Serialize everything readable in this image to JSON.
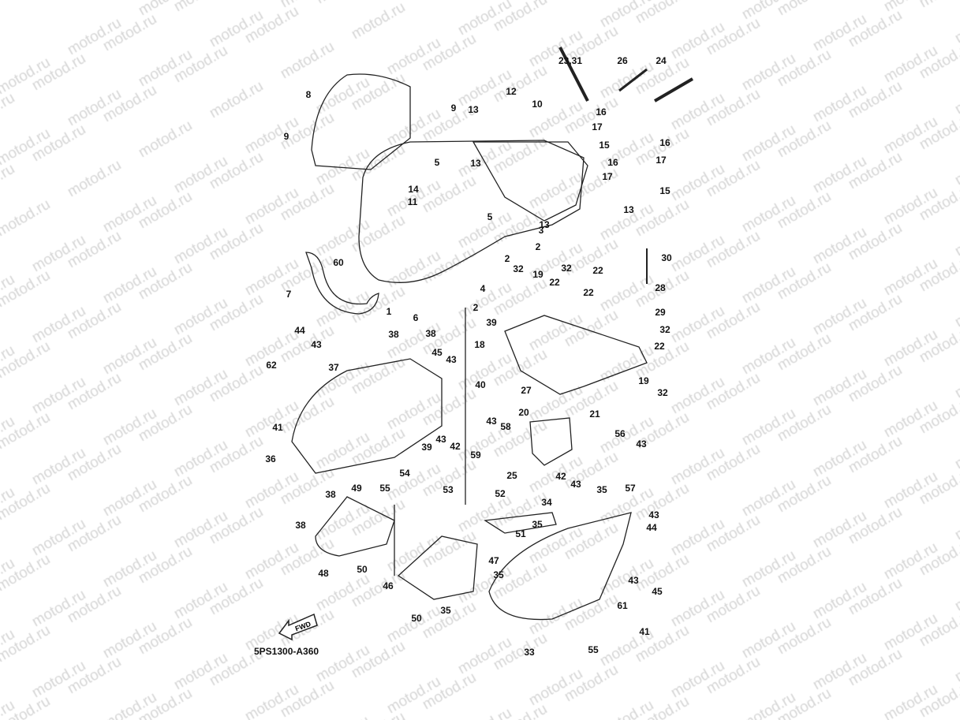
{
  "watermark": "motod.ru",
  "diagram_code": "5PS1300-A360",
  "fwd_label": "FWD",
  "callouts": [
    "23,31",
    "26",
    "24",
    "12",
    "10",
    "16",
    "17",
    "15",
    "16",
    "16",
    "17",
    "17",
    "15",
    "13",
    "13",
    "13",
    "13",
    "8",
    "9",
    "9",
    "5",
    "5",
    "14",
    "11",
    "3",
    "2",
    "2",
    "2",
    "4",
    "60",
    "7",
    "1",
    "6",
    "32",
    "19",
    "22",
    "32",
    "22",
    "30",
    "28",
    "22",
    "29",
    "39",
    "18",
    "32",
    "22",
    "44",
    "43",
    "38",
    "38",
    "45",
    "43",
    "62",
    "37",
    "40",
    "27",
    "19",
    "32",
    "21",
    "20",
    "41",
    "43",
    "58",
    "39",
    "43",
    "42",
    "59",
    "56",
    "43",
    "36",
    "54",
    "55",
    "53",
    "25",
    "38",
    "49",
    "42",
    "43",
    "57",
    "35",
    "52",
    "34",
    "35",
    "51",
    "38",
    "43",
    "44",
    "48",
    "50",
    "47",
    "35",
    "46",
    "35",
    "50",
    "43",
    "45",
    "61",
    "41",
    "55",
    "33"
  ]
}
